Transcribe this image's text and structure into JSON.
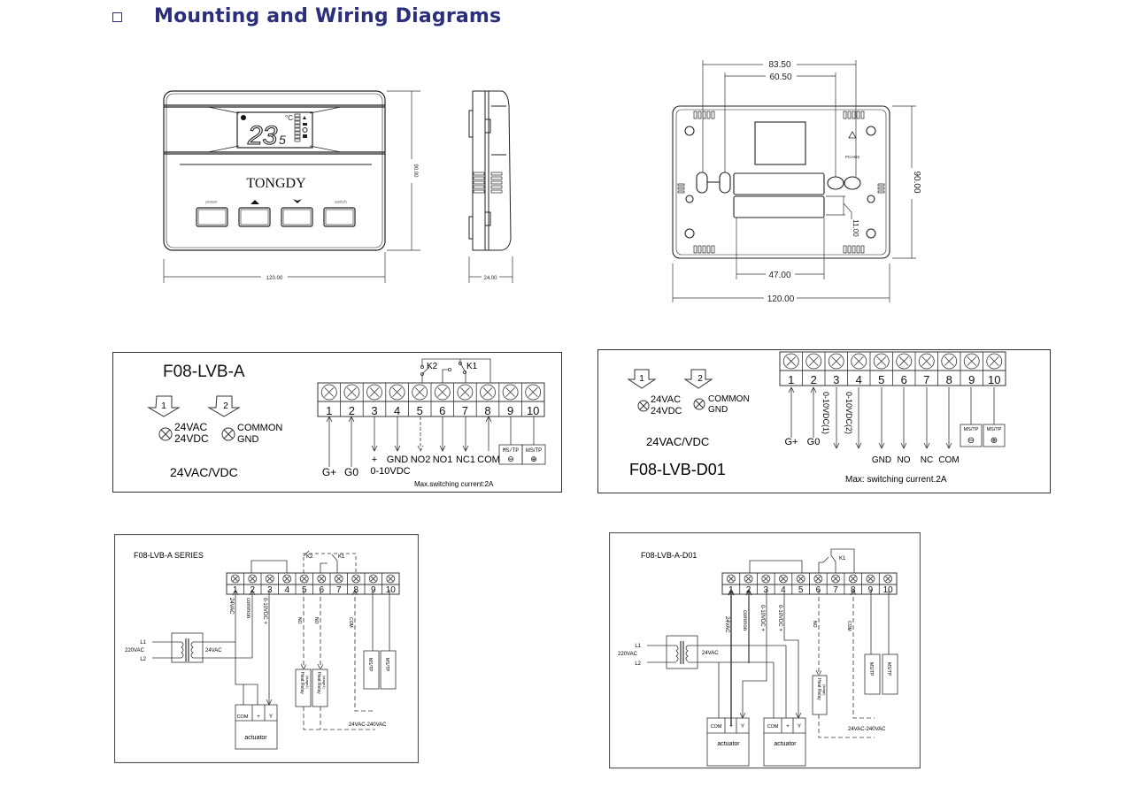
{
  "header": {
    "title": "Mounting and Wiring Diagrams"
  },
  "front_view": {
    "brand": "TONGDY",
    "display_temp_main": "23",
    "display_temp_decimal": "5",
    "display_unit": "°C",
    "buttons": [
      {
        "label": "power",
        "icon": "none"
      },
      {
        "label": "",
        "icon": "up-arrow"
      },
      {
        "label": "",
        "icon": "down-arrow"
      },
      {
        "label": "switch",
        "icon": "none"
      }
    ],
    "dim_width": "120.00",
    "dim_height": "90.00"
  },
  "side_view": {
    "dim_depth": "24.00"
  },
  "back_view": {
    "dim_outer_holes": "83.50",
    "dim_inner_holes": "60.50",
    "dim_slot_width": "47.00",
    "dim_width": "120.00",
    "dim_height": "90.00",
    "dim_slot_gap": "11.00",
    "material": "PC/ABS"
  },
  "panel_a": {
    "model": "F08-LVB-A",
    "arrow1": "1",
    "arrow2": "2",
    "term1_line1": "24VAC",
    "term1_line2": "24VDC",
    "term2_line1": "COMMON",
    "term2_line2": "GND",
    "supply": "24VAC/VDC",
    "terminals": [
      "1",
      "2",
      "3",
      "4",
      "5",
      "6",
      "7",
      "8",
      "9",
      "10"
    ],
    "relay_k1": "K1",
    "relay_k2": "K2",
    "labels": {
      "t1": "G+",
      "t2": "G0",
      "t3_top": "+",
      "t3_bottom": "0-10VDC",
      "t4": "GND",
      "t5": "NO2",
      "t6": "NO1",
      "t7": "NC1",
      "t8": "COM",
      "t9_top": "MS/TP",
      "t9_sym": "⊖",
      "t10_top": "MS/TP",
      "t10_sym": "⊕"
    },
    "note": "Max.switching current:2A"
  },
  "panel_d01": {
    "model": "F08-LVB-D01",
    "arrow1": "1",
    "arrow2": "2",
    "term1_line1": "24VAC",
    "term1_line2": "24VDC",
    "term2_line1": "COMMON",
    "term2_line2": "GND",
    "supply": "24VAC/VDC",
    "terminals": [
      "1",
      "2",
      "3",
      "4",
      "5",
      "6",
      "7",
      "8",
      "9",
      "10"
    ],
    "labels": {
      "t1": "G+",
      "t2": "G0",
      "t3": "0-10VDC(1)",
      "t4": "0-10VDC(2)",
      "t5": "GND",
      "t6": "NO",
      "t7": "NC",
      "t8": "COM",
      "t9_top": "MS/TP",
      "t9_sym": "⊖",
      "t10_top": "MS/TP",
      "t10_sym": "⊕"
    },
    "note": "Max: switching current.2A"
  },
  "series_a": {
    "title": "F08-LVB-A SERIES",
    "terminals": [
      "1",
      "2",
      "3",
      "4",
      "5",
      "6",
      "7",
      "8",
      "9",
      "10"
    ],
    "relay_k1": "K1",
    "relay_k2": "K2",
    "l1": "L1",
    "l2": "L2",
    "mains": "220VAC",
    "secondary": "24VAC",
    "wire_24vac": "24VAC",
    "wire_common": "common",
    "wire_signal": "0-10VDC +",
    "wire_no1": "NO",
    "wire_no2": "NO",
    "wire_com": "COM",
    "relay1": "Heat Relay",
    "relay1_sub": "(stage2)",
    "relay2": "Heat Relay",
    "relay2_sub": "(stage1)",
    "mstp1": "MS/TP",
    "mstp2": "MS/TP",
    "load_voltage": "24VAC-240VAC",
    "actuator": {
      "com": "COM",
      "plus": "+",
      "y": "Y",
      "label": "actuator"
    }
  },
  "series_d01": {
    "title": "F08-LVB-A-D01",
    "terminals": [
      "1",
      "2",
      "3",
      "4",
      "5",
      "6",
      "7",
      "8",
      "9",
      "10"
    ],
    "relay_k1": "K1",
    "l1": "L1",
    "l2": "L2",
    "mains": "220VAC",
    "secondary": "24VAC",
    "wire_24vac": "24VAC",
    "wire_common": "common",
    "wire_signal1": "0-10VDC +",
    "wire_signal2": "0-10VDC +",
    "wire_no": "NO",
    "wire_com": "COM",
    "relay": "Heat Relay",
    "relay_sub": "(stage)",
    "mstp1": "MS/TP",
    "mstp2": "MS/TP",
    "load_voltage": "24VAC-240VAC",
    "actuator1": {
      "com": "COM",
      "plus": "+",
      "y": "Y",
      "label": "actuator"
    },
    "actuator2": {
      "com": "COM",
      "plus": "+",
      "y": "Y",
      "label": "actuator"
    }
  }
}
